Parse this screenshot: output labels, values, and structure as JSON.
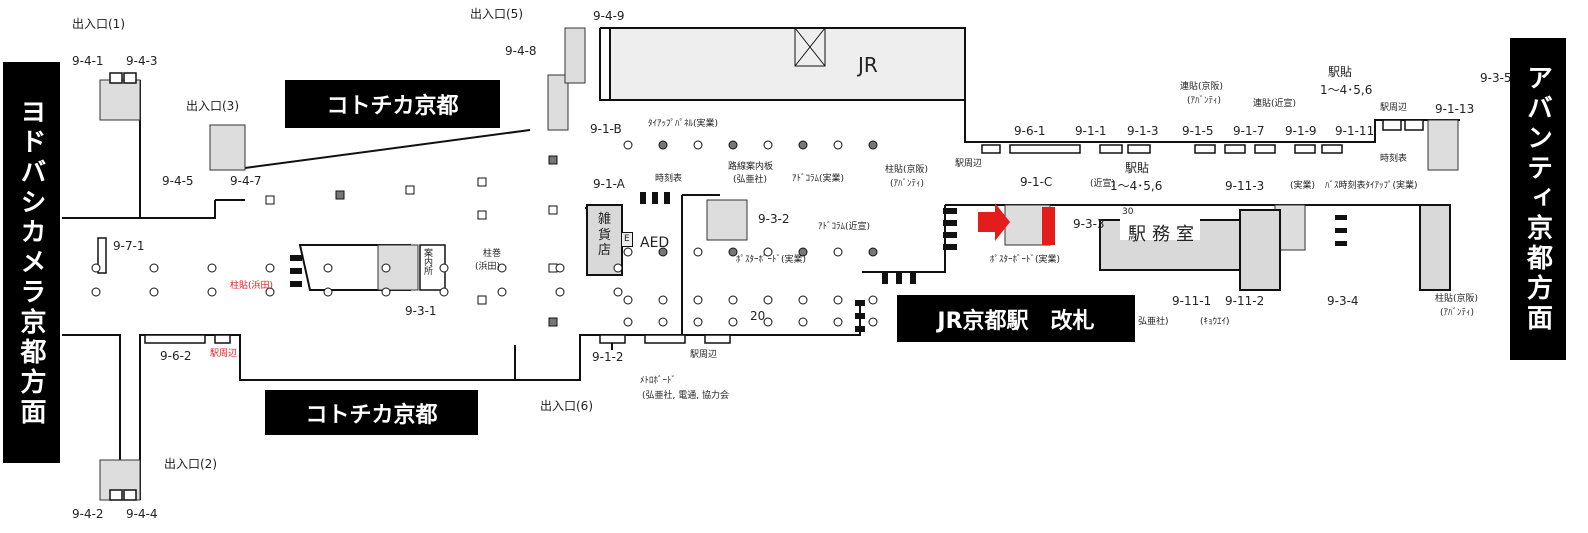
{
  "banners": {
    "kotochika_top": "コトチカ京都",
    "kotochika_bottom": "コトチカ京都",
    "yodobashi": "ヨドバシカメラ京都方面",
    "avanti": "アバンティ京都方面",
    "jr_gate": "JR京都駅　改札"
  },
  "exits": {
    "e1": "出入口(1)",
    "e2": "出入口(2)",
    "e3": "出入口(3)",
    "e5": "出入口(5)",
    "e6": "出入口(6)"
  },
  "codes": {
    "c941": "9-4-1",
    "c943": "9-4-3",
    "c942": "9-4-2",
    "c944": "9-4-4",
    "c949": "9-4-9",
    "c948": "9-4-8",
    "c945": "9-4-5",
    "c947": "9-4-7",
    "c971": "9-7-1",
    "c962": "9-6-2",
    "c931": "9-3-1",
    "c91b": "9-1-B",
    "c91a": "9-1-A",
    "c932": "9-3-2",
    "c912": "9-1-2",
    "c961": "9-6-1",
    "c911": "9-1-1",
    "c913": "9-1-3",
    "c915": "9-1-5",
    "c917": "9-1-7",
    "c919": "9-1-9",
    "c9111": "9-1-11",
    "c9113": "9-1-13",
    "c91c": "9-1-C",
    "c933": "9-3-3",
    "c9113b": "9-11-3",
    "c9111b": "9-11-1",
    "c9112": "9-11-2",
    "c934": "9-3-4",
    "c935": "9-3-5"
  },
  "labels": {
    "jr": "JR",
    "tieup_panel": "ﾀｲｱｯﾌﾟﾊﾟﾈﾙ(実業)",
    "timetable1": "時刻表",
    "route_board": "路線案内板",
    "route_board_co": "(弘亜社)",
    "adcolumn1": "ｱﾄﾞｺﾗﾑ(実業)",
    "adcolumn2": "ｱﾄﾞｺﾗﾑ(近宣)",
    "pillar_keihan": "柱貼(京阪)",
    "pillar_keihan_sub": "(ｱﾊﾞﾝﾃｨ)",
    "zakkaten": "雑貨店",
    "aed": "AED",
    "e": "E",
    "info": "案内所",
    "pillar_wrap": "柱巻",
    "pillar_wrap_sub": "(浜田)",
    "pillar_hamada": "柱貼(浜田)",
    "poster1": "ﾎﾟｽﾀｰﾎﾞｰﾄﾞ(実業)",
    "poster2": "ﾎﾟｽﾀｰﾎﾞｰﾄﾞ(実業)",
    "num20": "20",
    "eki_area_red": "駅周辺",
    "eki_area1": "駅周辺",
    "metro_board": "ﾒﾄﾛﾎﾞｰﾄﾞ",
    "metro_board_co": "(弘亜社, 電通, 協力会",
    "renpa_keihan": "連貼(京阪)",
    "renpa_keihan_sub": "(ｱﾊﾞﾝﾃｨ)",
    "renpa_kinsen": "連貼(近宣)",
    "ekipa1": "駅貼",
    "ekipa1_sub": "1〜4･5,6",
    "eki_area2": "駅周辺",
    "eki_area3": "駅周辺",
    "timetable2": "時刻表",
    "kinsen": "(近宣)",
    "ekipa2": "駅貼",
    "ekipa2_sub": "1〜4･5,6",
    "jitsugyo": "(実業)",
    "bus_tieup": "ﾊﾞｽ時刻表ﾀｲｱｯﾌﾟ(実業)",
    "num30": "30",
    "station_office": "駅務室",
    "kyoei": "(ｷｮｳｴｲ)",
    "pillar_keihan2": "柱貼(京阪)",
    "pillar_keihan2_sub": "(ｱﾊﾞﾝﾃｨ)",
    "kouasha": "弘亜社)"
  },
  "colors": {
    "highlight": "#e41c1c",
    "fill": "#d9d9d9",
    "banner": "#000000"
  }
}
